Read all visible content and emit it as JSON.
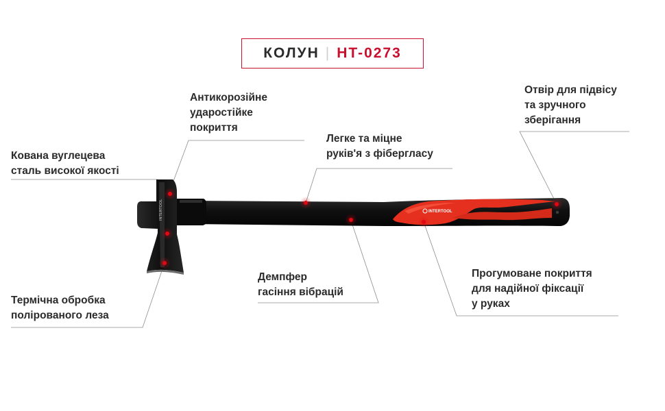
{
  "title": {
    "main": "КОЛУН",
    "code": "HT-0273"
  },
  "callouts": {
    "coating": "Антикорозійне\nударостійке\nпокриття",
    "steel": "Кована вуглецева\nсталь високої якості",
    "heat_treatment": "Термічна обробка\nполірованого леза",
    "handle": "Легке та міцне\nруків'я з фібергласу",
    "damper": "Демпфер\nгасіння вібрацій",
    "grip": "Прогумоване покриття\nдля надійної фіксації\nу руках",
    "hole": "Отвір для підвісу\nта зручного\nзберігання"
  },
  "brand_text": "INTERTOOL",
  "colors": {
    "accent": "#c8102e",
    "handle": "#111111",
    "grip": "#e5301f",
    "leader": "#8c8c8c"
  }
}
